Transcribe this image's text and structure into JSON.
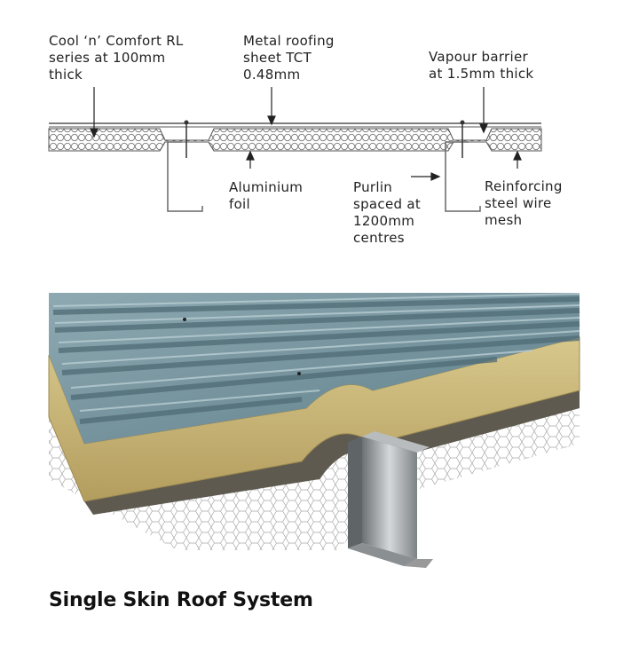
{
  "labels": {
    "insulation": "Cool ‘n’ Comfort RL\nseries at 100mm\nthick",
    "roofing_sheet": "Metal roofing\nsheet TCT\n0.48mm",
    "vapour_barrier": "Vapour barrier\nat 1.5mm thick",
    "aluminium_foil": "Aluminium\nfoil",
    "purlin": "Purlin\nspaced at\n1200mm\ncentres",
    "wire_mesh": "Reinforcing\nsteel wire\nmesh"
  },
  "caption": "Single Skin Roof System",
  "colors": {
    "roof_sheet": "#6f8e98",
    "roof_sheet_light": "#9fb8c0",
    "insulation": "#c9b77a",
    "purlin_steel": "#9ea3a6",
    "mesh": "#9a9a9a"
  }
}
